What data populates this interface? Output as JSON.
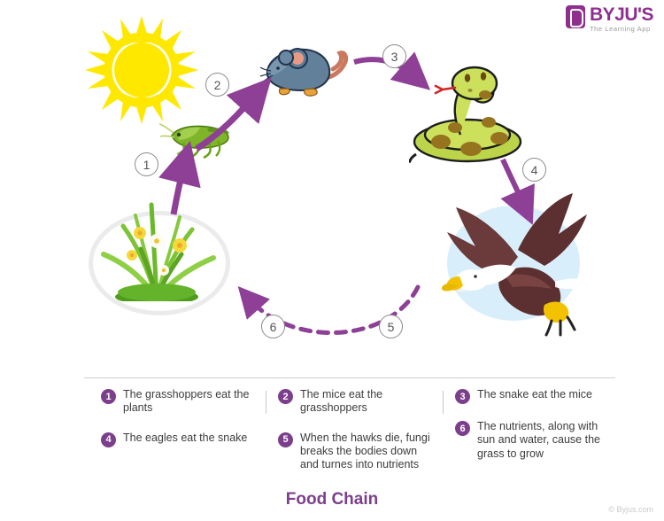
{
  "brand": {
    "name": "BYJU'S",
    "tagline": "The Learning App",
    "logo_icon": "byjus-book-icon",
    "color": "#8e2f8e"
  },
  "diagram": {
    "type": "cyclic-food-chain",
    "nodes": [
      {
        "id": "sun",
        "label": "sun",
        "icon": "sun-icon",
        "color": "#ffe800"
      },
      {
        "id": "grass",
        "label": "grass",
        "icon": "grass-plant-icon",
        "color": "#6cb82b"
      },
      {
        "id": "grasshopper",
        "label": "grasshopper",
        "icon": "grasshopper-icon",
        "color": "#7fb529"
      },
      {
        "id": "mouse",
        "label": "mouse",
        "icon": "mouse-icon",
        "color": "#6b8299"
      },
      {
        "id": "snake",
        "label": "snake",
        "icon": "snake-icon",
        "color": "#bcd44a"
      },
      {
        "id": "eagle",
        "label": "eagle",
        "icon": "eagle-icon",
        "color": "#5c3030"
      }
    ],
    "arrows": [
      {
        "number": "1",
        "from": "grass",
        "to": "grasshopper",
        "style": "solid"
      },
      {
        "number": "2",
        "from": "grasshopper",
        "to": "mouse",
        "style": "solid"
      },
      {
        "number": "3",
        "from": "mouse",
        "to": "snake",
        "style": "solid"
      },
      {
        "number": "4",
        "from": "snake",
        "to": "eagle",
        "style": "solid"
      },
      {
        "number": "5",
        "from": "eagle",
        "to": "nutrients",
        "style": "dashed"
      },
      {
        "number": "6",
        "from": "nutrients",
        "to": "grass",
        "style": "dashed"
      }
    ],
    "arrow_color": "#8e3f96",
    "badges": [
      "1",
      "2",
      "3",
      "4",
      "5",
      "6"
    ]
  },
  "legend": {
    "columns": [
      [
        {
          "number": "1",
          "text": "The grasshoppers eat the plants"
        },
        {
          "number": "4",
          "text": "The eagles eat the snake"
        }
      ],
      [
        {
          "number": "2",
          "text": "The mice eat the grasshoppers"
        },
        {
          "number": "5",
          "text": "When the hawks die, fungi breaks the bodies down and turnes into nutrients"
        }
      ],
      [
        {
          "number": "3",
          "text": "The snake eat the mice"
        },
        {
          "number": "6",
          "text": "The nutrients, along with sun and water, cause the grass to grow"
        }
      ]
    ],
    "badge_color": "#7b3f8c"
  },
  "title": "Food Chain",
  "copyright": "© Byjus.com"
}
